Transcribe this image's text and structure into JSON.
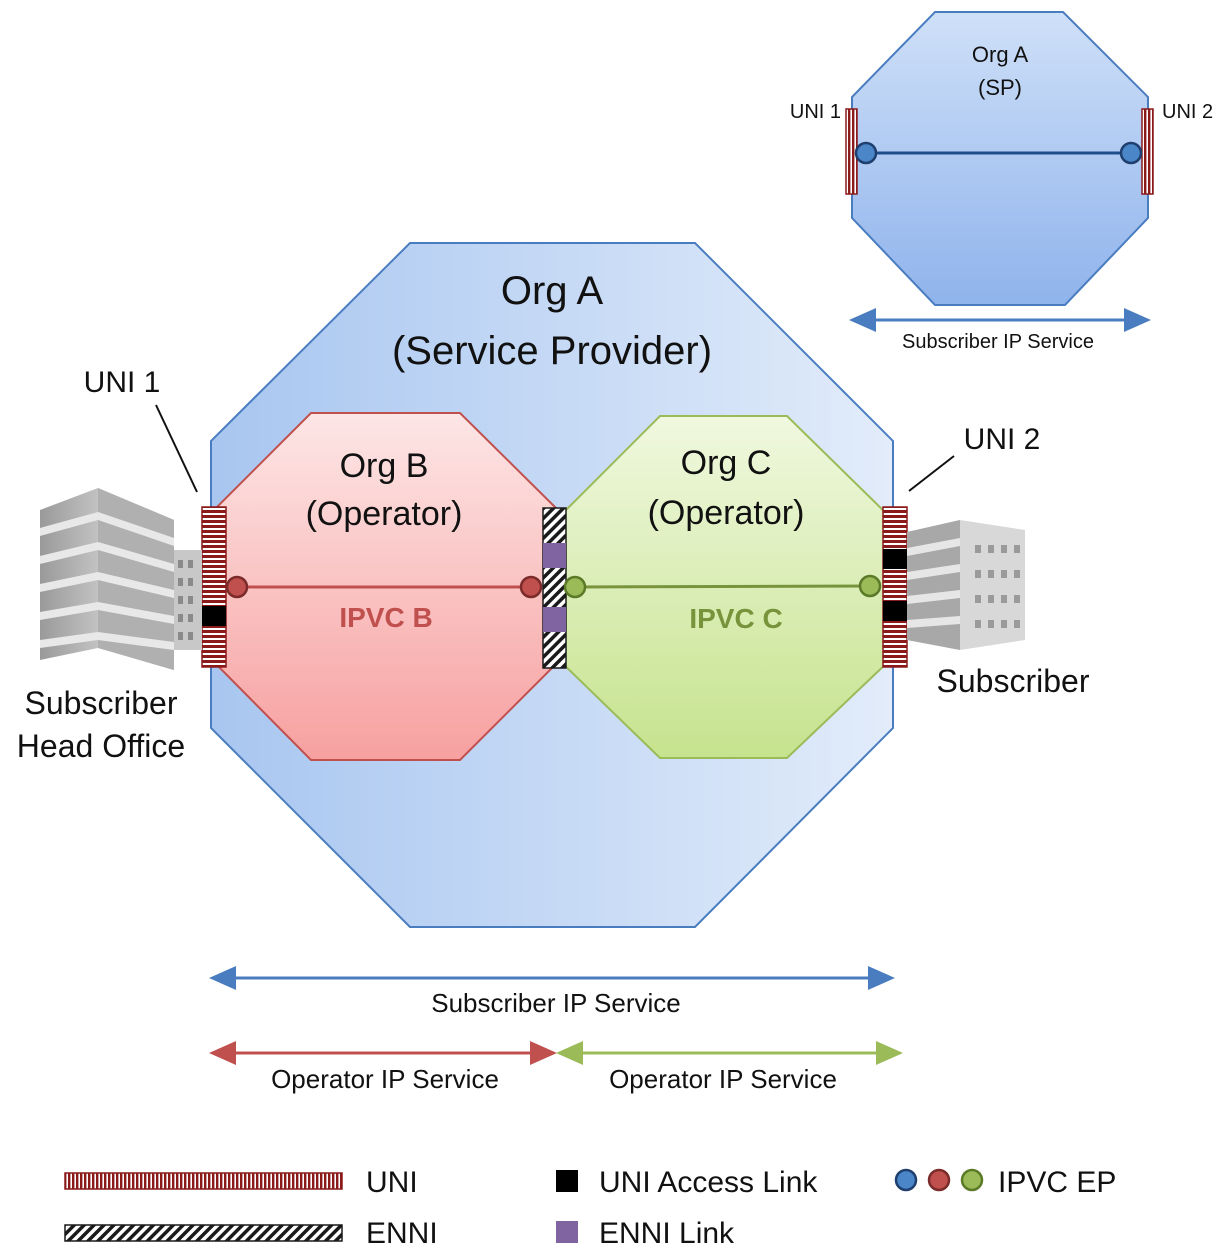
{
  "inset": {
    "org_title": "Org A",
    "org_subtitle": "(SP)",
    "uni_left": "UNI 1",
    "uni_right": "UNI 2",
    "span_label": "Subscriber IP Service"
  },
  "main": {
    "org_a_title": "Org A",
    "org_a_subtitle": "(Service Provider)",
    "org_b_title": "Org B",
    "org_b_subtitle": "(Operator)",
    "org_c_title": "Org C",
    "org_c_subtitle": "(Operator)",
    "ipvc_b": "IPVC B",
    "ipvc_c": "IPVC C",
    "uni_left": "UNI 1",
    "uni_right": "UNI 2",
    "head_office_line1": "Subscriber",
    "head_office_line2": "Head Office",
    "subscriber": "Subscriber"
  },
  "spans": {
    "subscriber_service": "Subscriber IP Service",
    "operator_service_b": "Operator IP Service",
    "operator_service_c": "Operator IP Service"
  },
  "legend": {
    "uni": "UNI",
    "enni": "ENNI",
    "uni_access_link": "UNI Access Link",
    "enni_link": "ENNI Link",
    "ipvc_ep": "IPVC EP"
  },
  "colors": {
    "sp_blue": "#4a7dc0",
    "operator_b_red": "#c0504d",
    "operator_c_green": "#9bbb59",
    "ipvc_b_text": "#c0504d",
    "ipvc_c_text": "#77933c",
    "uni_stripe": "#8b1a1a",
    "enni_link_purple": "#8064a2"
  }
}
